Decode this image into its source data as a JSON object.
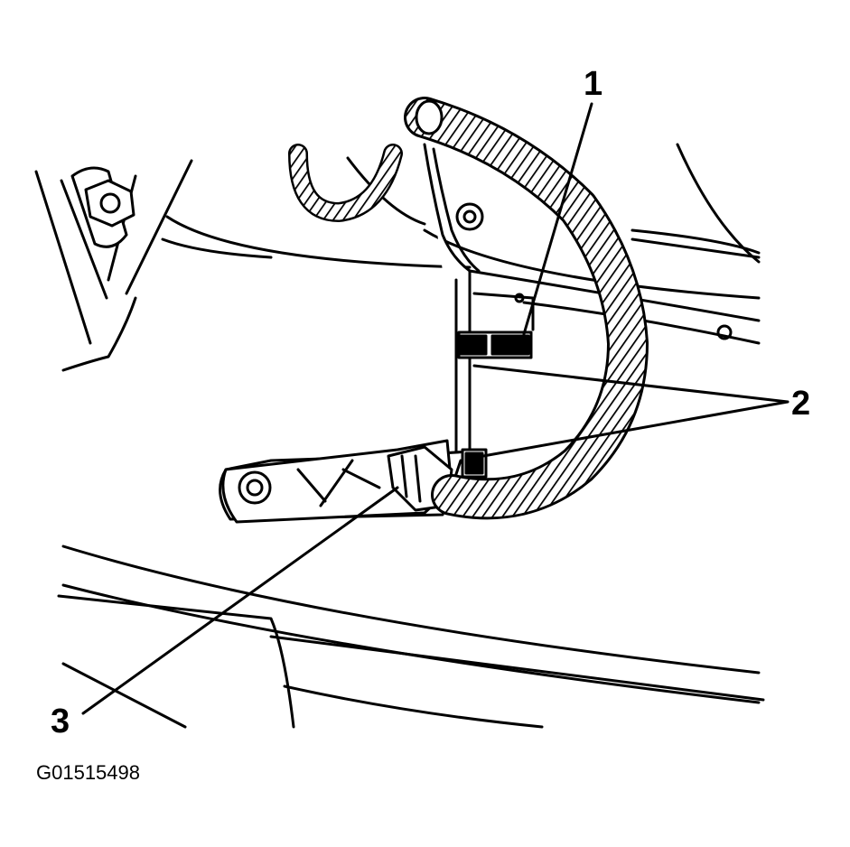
{
  "callouts": {
    "one": "1",
    "two": "2",
    "three": "3"
  },
  "figure_id": "G01515498",
  "colors": {
    "ink": "#000000",
    "paper": "#ffffff"
  }
}
